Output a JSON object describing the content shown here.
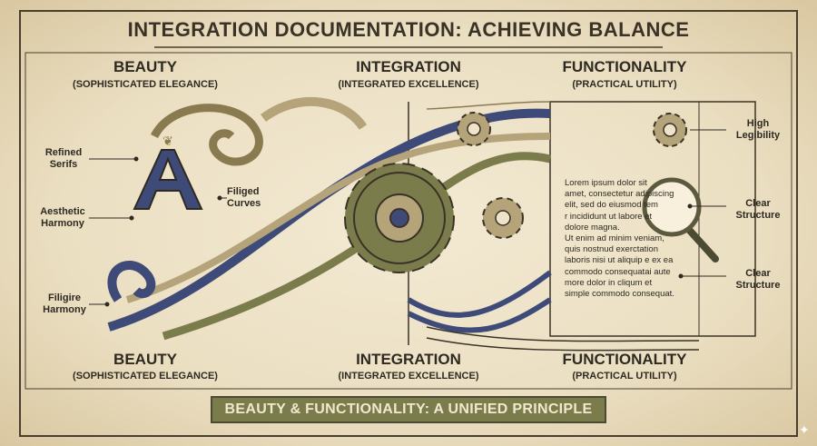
{
  "title": "INTEGRATION DOCUMENTATION: ACHIEVING BALANCE",
  "columns_top": [
    {
      "heading": "BEAUTY",
      "subheading": "(SOPHISTICATED ELEGANCE)"
    },
    {
      "heading": "INTEGRATION",
      "subheading": "(INTEGRATED EXCELLENCE)"
    },
    {
      "heading": "FUNCTIONALITY",
      "subheading": "(PRACTICAL UTILITY)"
    }
  ],
  "columns_bottom": [
    {
      "heading": "BEAUTY",
      "subheading": "(SOPHISTICATED ELEGANCE)"
    },
    {
      "heading": "INTEGRATION",
      "subheading": "(INTEGRATED EXCELLENCE)"
    },
    {
      "heading": "FUNCTIONALITY",
      "subheading": "(PRACTICAL UTILITY)"
    }
  ],
  "left_labels": [
    "Refined\nSerifs",
    "Aesthetic\nHarmony",
    "Filigire\nHarmony",
    "Filiged\nCurves"
  ],
  "right_labels": [
    "High\nLegibility",
    "Clear\nStructure",
    "Clear\nStructure"
  ],
  "lorem_text": "Lorem ipsum dolor sit\namet, consectetur adipiscing\nelit, sed do eiusmod tem\nr incididunt ut labore et\ndolore magna.\nUt enim ad minim veniam,\nquis nostnud exerctation\nlaboris nisi ut aliquip e ex ea\ncommodo consequatai aute\nmore dolor in cliqum et\nsimple commodo consequat.",
  "illuminated_letter": "A",
  "banner": "BEAUTY & FUNCTIONALITY: A UNIFIED PRINCIPLE",
  "colors": {
    "parchment": "#efe4c9",
    "ink": "#2e2a22",
    "navy": "#3e4a78",
    "olive": "#7b7c4c",
    "gold": "#b5a47a"
  }
}
